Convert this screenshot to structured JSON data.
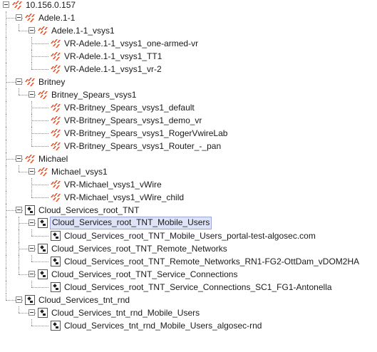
{
  "tree": {
    "root": {
      "label": "10.156.0.157",
      "icon": "firewall-icon"
    },
    "rows": [
      {
        "label": "10.156.0.157",
        "level": 0,
        "icon": "firewall-icon",
        "expanded": true
      },
      {
        "label": "Adele.1-1",
        "level": 1,
        "icon": "firewall-icon",
        "expanded": true
      },
      {
        "label": "Adele.1-1_vsys1",
        "level": 2,
        "icon": "firewall-icon",
        "expanded": true
      },
      {
        "label": "VR-Adele.1-1_vsys1_one-armed-vr",
        "level": 3,
        "icon": "firewall-icon"
      },
      {
        "label": "VR-Adele.1-1_vsys1_TT1",
        "level": 3,
        "icon": "firewall-icon"
      },
      {
        "label": "VR-Adele.1-1_vsys1_vr-2",
        "level": 3,
        "icon": "firewall-icon",
        "last": true
      },
      {
        "label": "Britney",
        "level": 1,
        "icon": "firewall-icon",
        "expanded": true
      },
      {
        "label": "Britney_Spears_vsys1",
        "level": 2,
        "icon": "firewall-icon",
        "expanded": true
      },
      {
        "label": "VR-Britney_Spears_vsys1_default",
        "level": 3,
        "icon": "firewall-icon"
      },
      {
        "label": "VR-Britney_Spears_vsys1_demo_vr",
        "level": 3,
        "icon": "firewall-icon"
      },
      {
        "label": "VR-Britney_Spears_vsys1_RogerVwireLab",
        "level": 3,
        "icon": "firewall-icon"
      },
      {
        "label": "VR-Britney_Spears_vsys1_Router_-_pan",
        "level": 3,
        "icon": "firewall-icon",
        "last": true
      },
      {
        "label": "Michael",
        "level": 1,
        "icon": "firewall-icon",
        "expanded": true
      },
      {
        "label": "Michael_vsys1",
        "level": 2,
        "icon": "firewall-icon",
        "expanded": true
      },
      {
        "label": "VR-Michael_vsys1_vWire",
        "level": 3,
        "icon": "firewall-icon"
      },
      {
        "label": "VR-Michael_vsys1_vWire_child",
        "level": 3,
        "icon": "firewall-icon",
        "last": true
      },
      {
        "label": "Cloud_Services_root_TNT",
        "level": 1,
        "icon": "cloud-services-icon",
        "expanded": true
      },
      {
        "label": "Cloud_Services_root_TNT_Mobile_Users",
        "level": 2,
        "icon": "cloud-services-icon",
        "expanded": true,
        "selected": true
      },
      {
        "label": "Cloud_Services_root_TNT_Mobile_Users_portal-test-algosec.com",
        "level": 3,
        "icon": "cloud-services-icon",
        "last": true
      },
      {
        "label": "Cloud_Services_root_TNT_Remote_Networks",
        "level": 2,
        "icon": "cloud-services-icon",
        "expanded": true
      },
      {
        "label": "Cloud_Services_root_TNT_Remote_Networks_RN1-FG2-OttDam_vDOM2HA",
        "level": 3,
        "icon": "cloud-services-icon",
        "last": true
      },
      {
        "label": "Cloud_Services_root_TNT_Service_Connections",
        "level": 2,
        "icon": "cloud-services-icon",
        "expanded": true
      },
      {
        "label": "Cloud_Services_root_TNT_Service_Connections_SC1_FG1-Antonella",
        "level": 3,
        "icon": "cloud-services-icon",
        "last": true
      },
      {
        "label": "Cloud_Services_tnt_rnd",
        "level": 1,
        "icon": "cloud-services-icon",
        "expanded": true
      },
      {
        "label": "Cloud_Services_tnt_rnd_Mobile_Users",
        "level": 2,
        "icon": "cloud-services-icon",
        "expanded": true
      },
      {
        "label": "Cloud_Services_tnt_rnd_Mobile_Users_algosec-rnd",
        "level": 3,
        "icon": "cloud-services-icon",
        "last": true
      }
    ]
  },
  "colors": {
    "firewall": "#e8532a",
    "tree_lines": "#8a8a8a",
    "selection_bg": "#dfe3f7",
    "selection_border": "#9aa6d8"
  }
}
